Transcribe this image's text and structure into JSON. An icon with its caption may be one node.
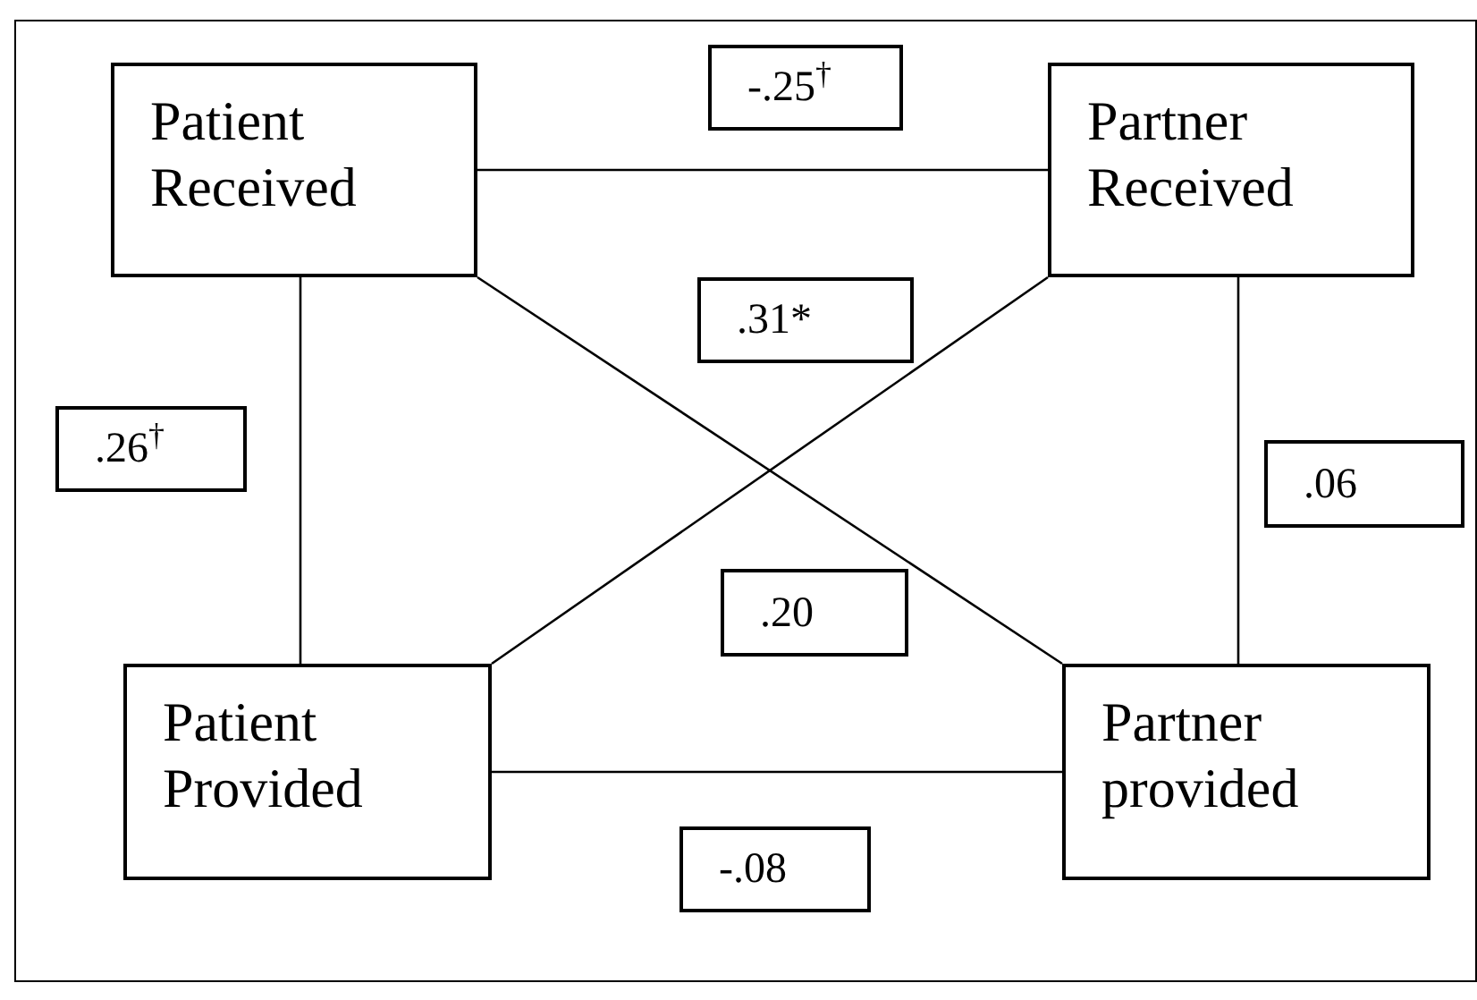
{
  "diagram": {
    "nodes": [
      {
        "text": [
          "Patient Received"
        ]
      },
      {
        "text": [
          "-.25$^{†}$"
        ]
      },
      {
        "text": [
          "Partner Received"
        ]
      },
      {
        "text": [
          ".31*"
        ]
      },
      {
        "text": [
          ".26$^{†}$"
        ]
      },
      {
        "text": [
          ".06"
        ]
      },
      {
        "text": [
          ".20"
        ]
      },
      {
        "text": [
          "Patient Provided"
        ]
      },
      {
        "text": [
          "Partner provided"
        ]
      },
      {
        "text": [
          "-.08"
        ]
      }
    ],
    "edges": [
      {
        "from": 0,
        "to": 2,
        "arrow": "none"
      },
      {
        "from": 0,
        "to": 7,
        "arrow": "none"
      },
      {
        "from": 2,
        "to": 8,
        "arrow": "none"
      },
      {
        "from": 7,
        "to": 8,
        "arrow": "none"
      },
      {
        "from": 0,
        "to": 8,
        "arrow": "none"
      },
      {
        "from": 2,
        "to": 7,
        "arrow": "none"
      }
    ]
  }
}
